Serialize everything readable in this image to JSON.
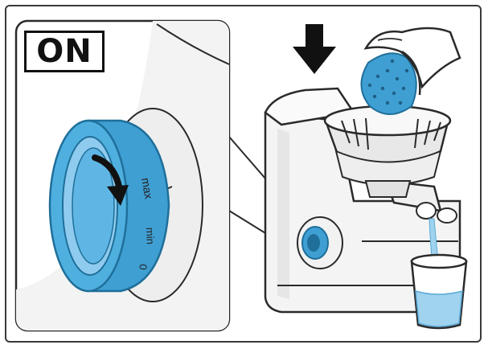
{
  "illustration": {
    "status_label": "ON",
    "dial_marks": {
      "max": "max",
      "min": "min",
      "zero": "0"
    }
  },
  "colors": {
    "accent_blue": "#3f9fd3",
    "accent_blue_dark": "#1f6f9a",
    "juice_blue": "#9fd3ee",
    "body_light": "#f2f2f2",
    "line": "#2a2a2a"
  },
  "icons": [
    "down-arrow-icon",
    "rotate-arrow-icon"
  ]
}
